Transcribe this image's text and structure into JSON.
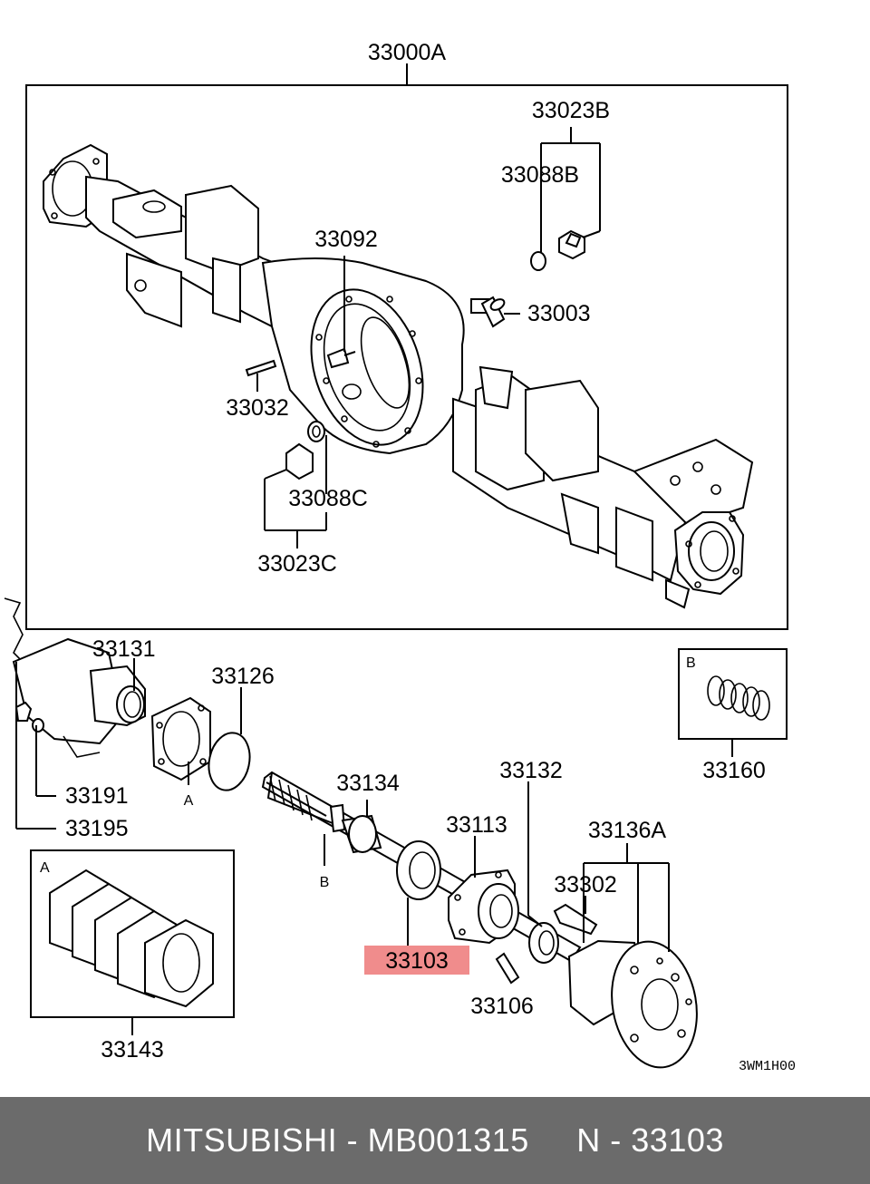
{
  "labels": {
    "assembly": "33000A",
    "bolt_b": "33023B",
    "gasket_b": "33088B",
    "bolt_center": "33092",
    "breather": "33003",
    "stud": "33032",
    "gasket_c": "33088C",
    "plug_c": "33023C",
    "seal_housing": "33131",
    "oring": "33126",
    "nut": "33191",
    "washer": "33195",
    "retainer": "33134",
    "hub_bearing": "33132",
    "housing_plate": "33113",
    "drum_assy": "33136A",
    "hub_bolt": "33302",
    "bearing_highlight": "33103",
    "small_bolt": "33106",
    "shim_kit": "33143",
    "snap_rings": "33160",
    "ref_a1": "A",
    "ref_a2": "A",
    "ref_b1": "B",
    "ref_b2": "B",
    "diagram_code": "3WM1H00"
  },
  "highlight_color": "#f08c8c",
  "footer": {
    "brand": "MITSUBISHI",
    "sep1": " - ",
    "part_number": "MB001315",
    "gap": "     ",
    "ref": "N",
    "sep2": " - ",
    "ref_number": "33103"
  }
}
